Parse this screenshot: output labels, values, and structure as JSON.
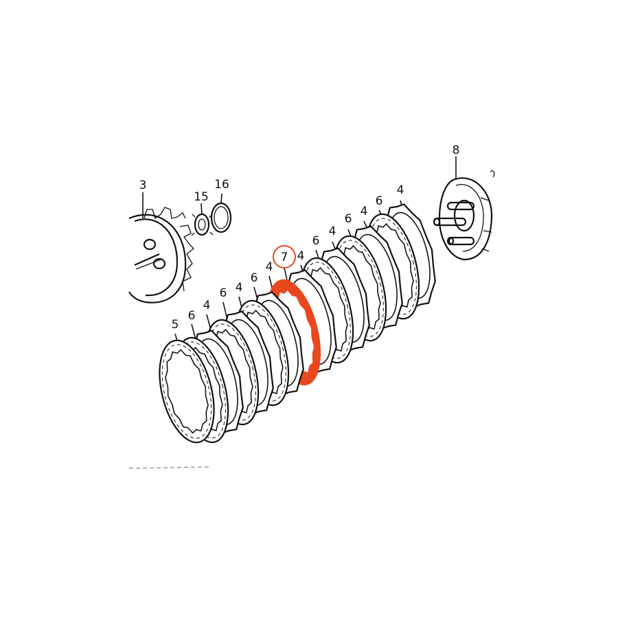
{
  "diagram": {
    "callouts": [
      {
        "id": "c-3",
        "text": "3"
      },
      {
        "id": "c-15",
        "text": "15"
      },
      {
        "id": "c-16",
        "text": "16"
      },
      {
        "id": "c-5",
        "text": "5"
      },
      {
        "id": "c-6a",
        "text": "6"
      },
      {
        "id": "c-4a",
        "text": "4"
      },
      {
        "id": "c-6b",
        "text": "6"
      },
      {
        "id": "c-4b",
        "text": "4"
      },
      {
        "id": "c-6c",
        "text": "6"
      },
      {
        "id": "c-4c",
        "text": "4"
      },
      {
        "id": "c-7",
        "text": "7"
      },
      {
        "id": "c-4d",
        "text": "4"
      },
      {
        "id": "c-6d",
        "text": "6"
      },
      {
        "id": "c-4e",
        "text": "4"
      },
      {
        "id": "c-6e",
        "text": "6"
      },
      {
        "id": "c-4f",
        "text": "4"
      },
      {
        "id": "c-6f",
        "text": "6"
      },
      {
        "id": "c-4g",
        "text": "4"
      },
      {
        "id": "c-8",
        "text": "8"
      }
    ],
    "highlight": {
      "part_number": "7",
      "color": "#e8481e"
    },
    "ink_color": "#111111"
  }
}
